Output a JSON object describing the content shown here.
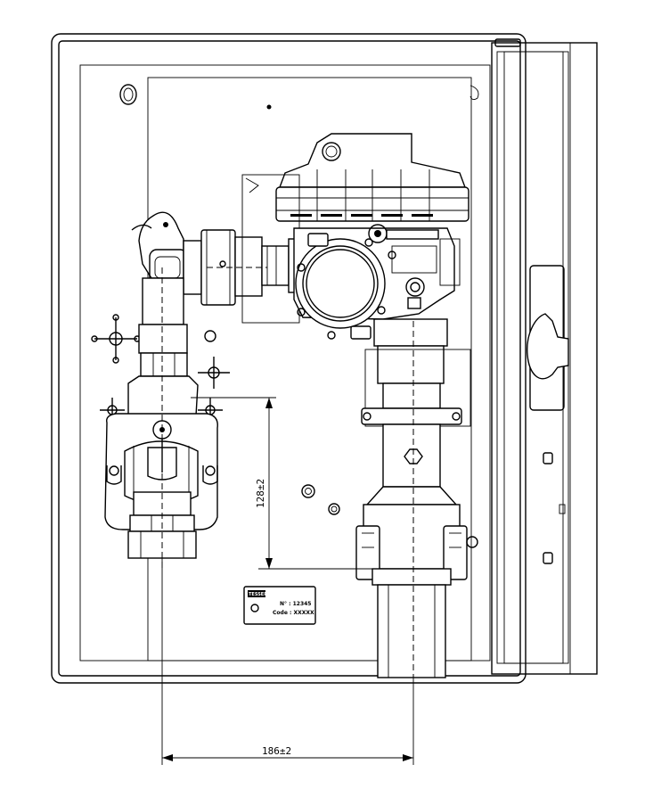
{
  "dimensions": {
    "vertical_label": "128±2",
    "horizontal_label": "186±2"
  },
  "nameplate": {
    "logo": "TESSERA",
    "number_line": "N° : 12345",
    "code_line": "Code : XXXXX"
  }
}
